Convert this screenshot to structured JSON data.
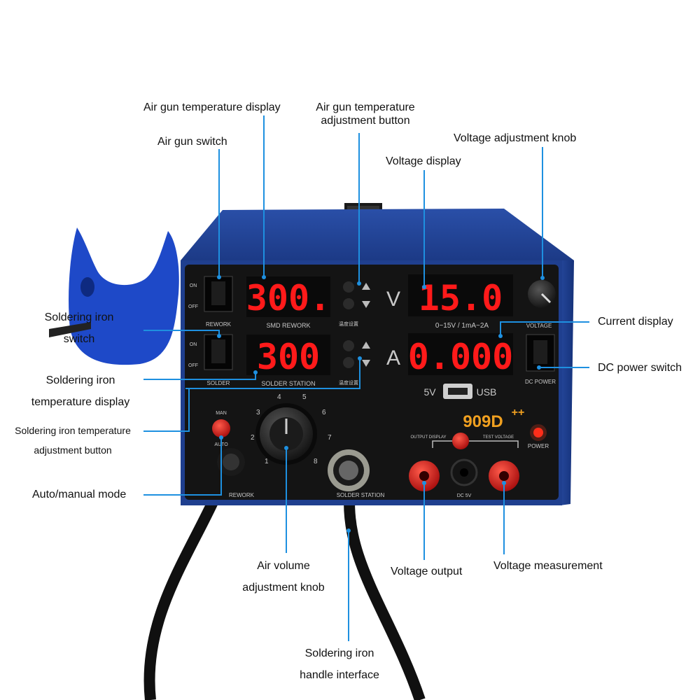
{
  "image": {
    "description_items": "soldering station product photo with callouts"
  },
  "device": {
    "air_temp": "300.",
    "iron_temp": "300",
    "voltage": "15.0",
    "current": "0.000",
    "v_unit": "V",
    "a_unit": "A",
    "smd_rework": "SMD REWORK",
    "solder_station": "SOLDER STATION",
    "range": "0~15V / 1mA~2A",
    "usb_left": "5V",
    "usb_right": "USB",
    "model": "909D",
    "model_sup": "++",
    "power": "POWER",
    "rework": "REWORK",
    "solder": "SOLDER",
    "voltage_small": "VOLTAGE",
    "dc_power": "DC POWER",
    "on": "ON",
    "off": "OFF",
    "man": "MAN",
    "auto": "AUTO",
    "temp_set": "温度设置",
    "output_display": "OUTPUT DISPLAY",
    "test_voltage": "TEST VOLTAGE",
    "dc_5v": "DC 5V",
    "rework_bottom": "REWORK",
    "station_bottom": "SOLDER STATION",
    "dial": [
      "1",
      "2",
      "3",
      "4",
      "5",
      "6",
      "7",
      "8"
    ]
  },
  "labels": {
    "air_gun_temp_display": "Air gun temperature display",
    "air_gun_switch": "Air gun switch",
    "air_gun_temp_button_1": "Air gun temperature",
    "air_gun_temp_button_2": "adjustment button",
    "voltage_knob": "Voltage adjustment knob",
    "voltage_display": "Voltage display",
    "iron_switch_1": "Soldering iron",
    "iron_switch_2": "switch",
    "current_display": "Current display",
    "dc_power_switch": "DC power switch",
    "iron_temp_display_1": "Soldering iron",
    "iron_temp_display_2": "temperature display",
    "iron_temp_button_1": "Soldering iron temperature",
    "iron_temp_button_2": "adjustment button",
    "auto_manual": "Auto/manual mode",
    "air_volume_1": "Air volume",
    "air_volume_2": "adjustment knob",
    "voltage_output": "Voltage output",
    "voltage_measurement": "Voltage measurement",
    "iron_handle_1": "Soldering iron",
    "iron_handle_2": "handle interface"
  },
  "colors": {
    "callout_line": "#1e90e0",
    "body_blue": "#1f3f8f",
    "panel_black": "#141414",
    "led_red": "#ff1a1a",
    "terminal_red": "#d01818"
  }
}
